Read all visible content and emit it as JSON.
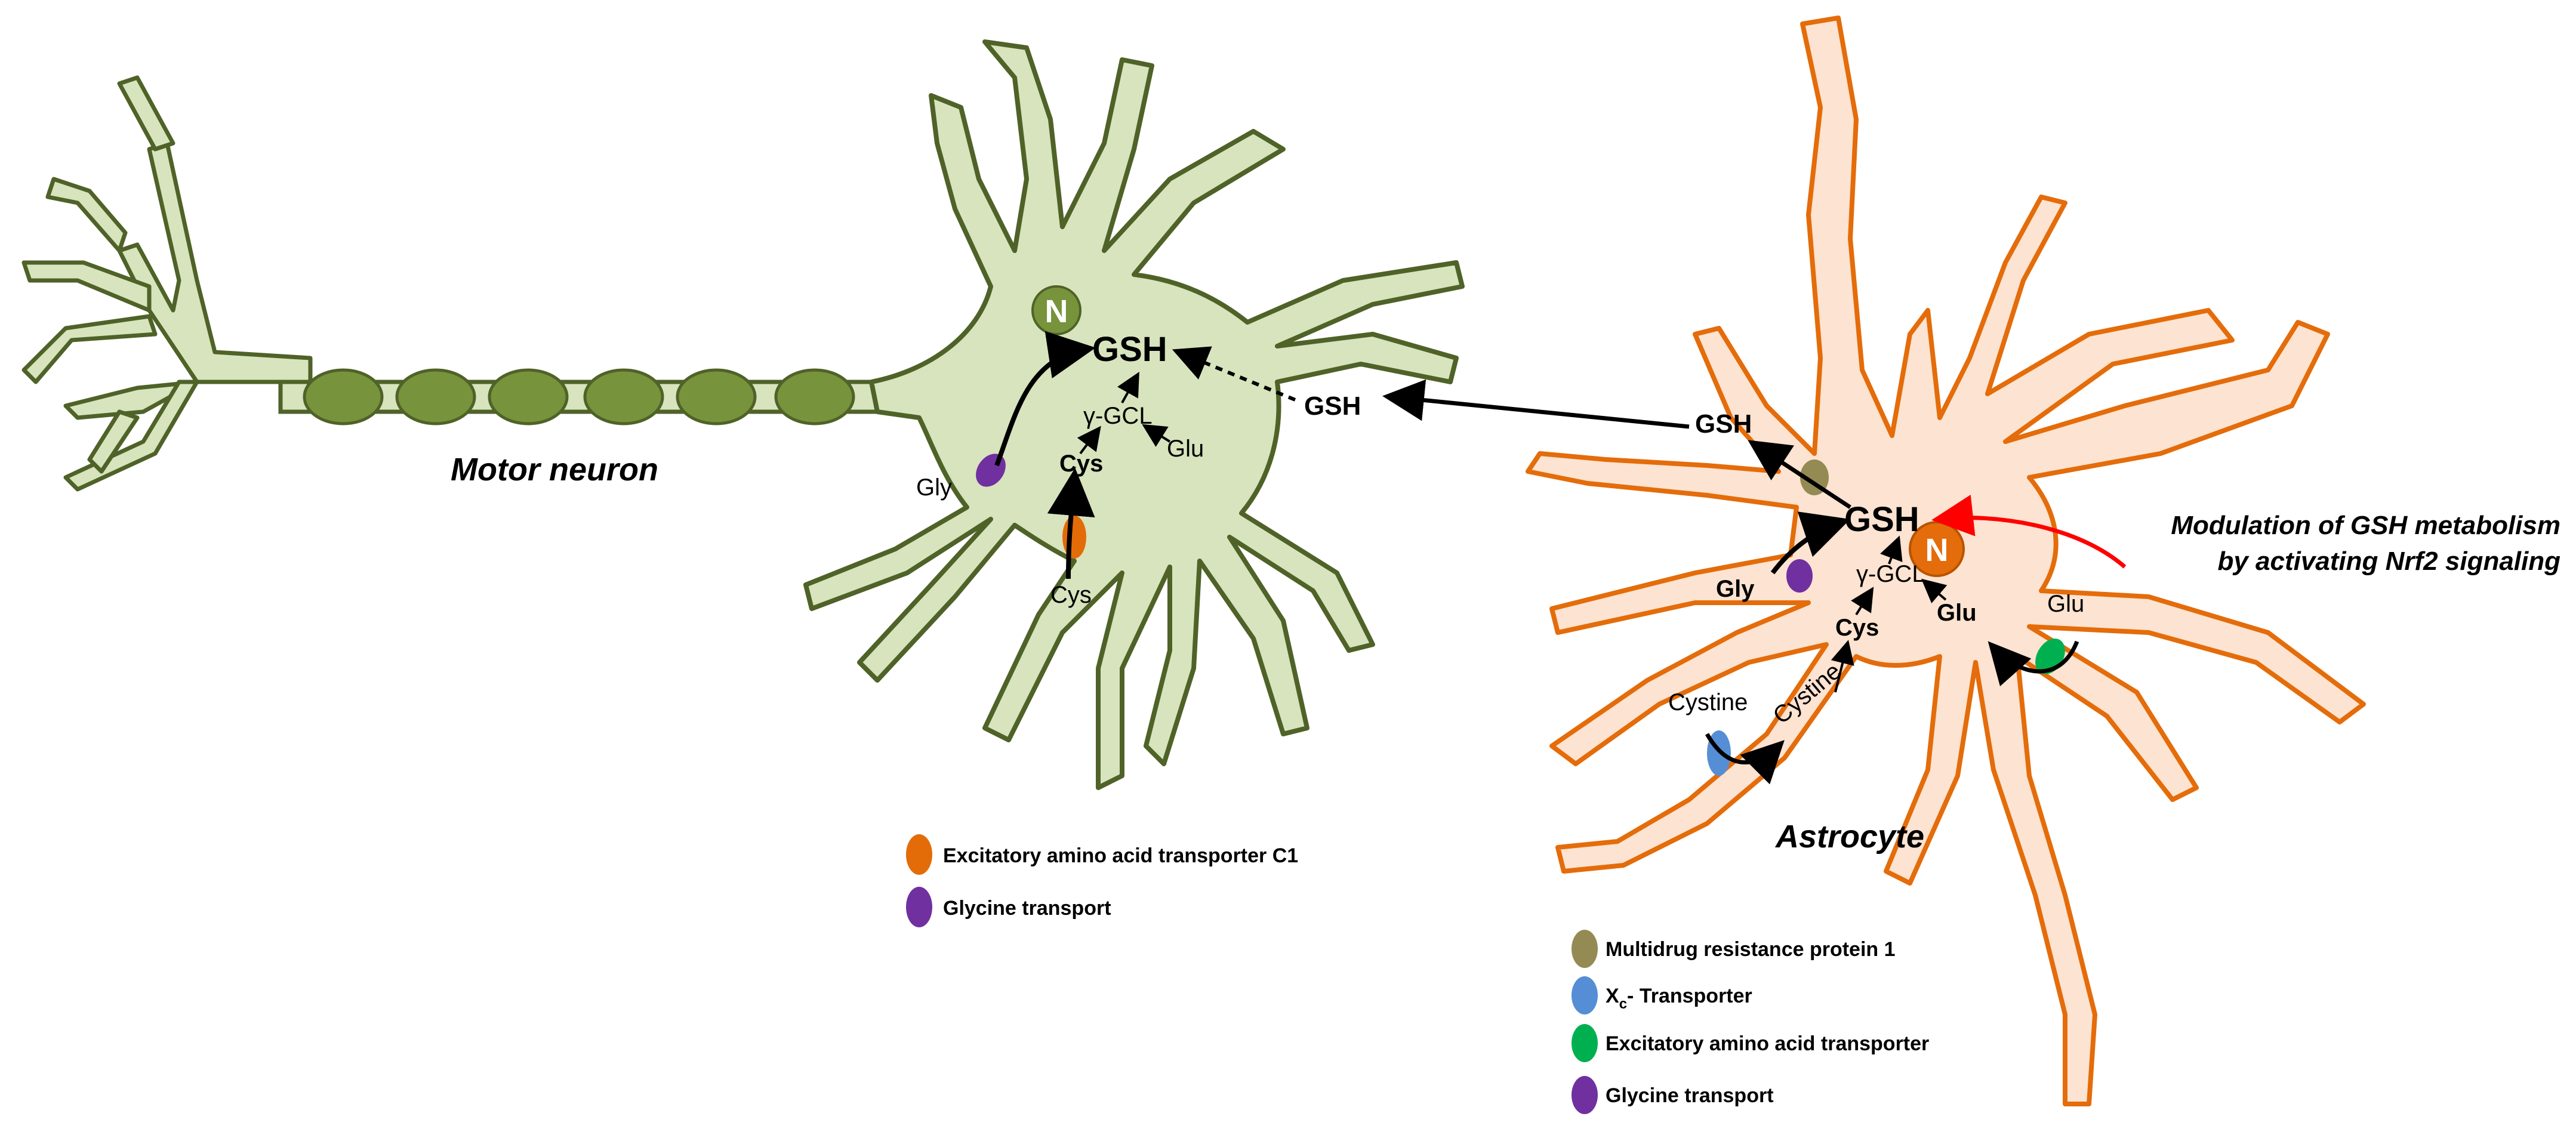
{
  "colors": {
    "neuron_fill": "#d7e4bd",
    "neuron_stroke": "#4f6228",
    "myelin": "#77933c",
    "astro_fill": "#fde3d1",
    "astro_stroke": "#e46c0a",
    "astro_nucleus": "#e46c0a",
    "eaac1": "#e36c09",
    "glycine": "#7030a0",
    "mrp1": "#948a54",
    "xc": "#558ed5",
    "eaat": "#00b050",
    "modulation_arrow": "#ff0000"
  },
  "neuron": {
    "title": "Motor neuron",
    "nucleus": "N",
    "gsh": "GSH",
    "enzyme": "γ-GCL",
    "cys": "Cys",
    "glu": "Glu",
    "gly": "Gly",
    "cys_ext": "Cys",
    "gsh_ext": "GSH"
  },
  "astrocyte": {
    "title": "Astrocyte",
    "nucleus": "N",
    "gsh": "GSH",
    "gsh_out": "GSH",
    "enzyme": "γ-GCL",
    "cys": "Cys",
    "glu": "Glu",
    "gly": "Gly",
    "glu_ext": "Glu",
    "cystine_ext": "Cystine",
    "cystine_in": "Cystine"
  },
  "annotation": {
    "line1": "Modulation  of GSH metabolism",
    "line2": "by activating  Nrf2 signaling"
  },
  "legend_neuron": [
    {
      "label": "Excitatory  amino acid transporter C1",
      "color": "#e36c09"
    },
    {
      "label": "Glycine transport",
      "color": "#7030a0"
    }
  ],
  "legend_astro": [
    {
      "label": "Multidrug resistance  protein 1",
      "color": "#948a54"
    },
    {
      "label_main": "X",
      "label_sub": "c",
      "label_rest": "- Transporter",
      "color": "#558ed5"
    },
    {
      "label": "Excitatory  amino acid transporter",
      "color": "#00b050"
    },
    {
      "label": "Glycine transport",
      "color": "#7030a0"
    }
  ]
}
